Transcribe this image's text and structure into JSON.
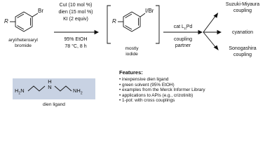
{
  "start": {
    "substituent": "R",
    "halogen": "Br",
    "label_line1": "aryl/heteroaryl",
    "label_line2": "bromide"
  },
  "conditions": {
    "line1": "CuI (10 mol %)",
    "line2": "dien (15 mol %)",
    "line3": "KI (2 equiv)",
    "line4": "95% EtOH",
    "line5": "78 °C, 8 h"
  },
  "intermediate": {
    "substituent": "R",
    "halogen": "I/Br",
    "label_line1": "mostly",
    "label_line2": "iodide"
  },
  "coupling_step": {
    "catalyst": "cat L",
    "catalyst_sub": "n",
    "catalyst_metal": "Pd",
    "label_line1": "coupling",
    "label_line2": "partner"
  },
  "outcomes": {
    "suzuki_line1": "Suzuki-Miyaura",
    "suzuki_line2": "coupling",
    "cyanation": "cyanation",
    "sonogashira_line1": "Sonogashira",
    "sonogashira_line2": "coupling"
  },
  "ligand": {
    "h2n_left": "H",
    "h2n_left_sub": "2",
    "h2n_left_n": "N",
    "nh_n": "N",
    "nh_h": "H",
    "nh2_right": "NH",
    "nh2_right_sub": "2",
    "caption": "dien ligand"
  },
  "features": {
    "title": "Features:",
    "items": [
      "• inexpensive dien ligand",
      "• green solvent (95% EtOH)",
      "• examples from the Merck Informer Library",
      "• applications to APIs (e.g., crizotinib)",
      "• 1-pot: with cross couplings"
    ]
  },
  "colors": {
    "ligand_box": "#c8d2e3",
    "ink": "#111111"
  }
}
